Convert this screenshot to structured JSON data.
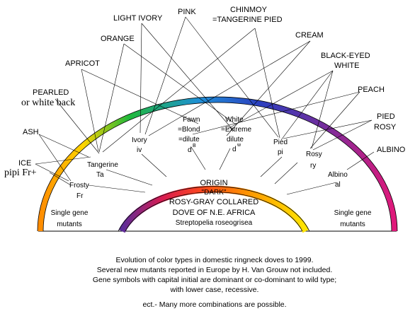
{
  "outer_labels": {
    "light_ivory": "LIGHT IVORY",
    "pink": "PINK",
    "chinmoy_1": "CHINMOY",
    "chinmoy_2": "=TANGERINE PIED",
    "orange": "ORANGE",
    "cream": "CREAM",
    "apricot": "APRICOT",
    "black_eyed_1": "BLACK-EYED",
    "black_eyed_2": "WHITE",
    "pearled_1": "PEARLED",
    "pearled_2": "or white back",
    "peach": "PEACH",
    "pied_1": "PIED",
    "pied_2": "ROSY",
    "ash": "ASH",
    "albino": "ALBINO",
    "ice": "ICE",
    "pipi": "pipi Fr+"
  },
  "inner_labels": {
    "fawn_1": "Fawn",
    "fawn_2": "=Blond",
    "fawn_3": "=dilute",
    "fawn_4": "d",
    "fawn_sup": "B",
    "white_1": "White",
    "white_2": "=Extreme",
    "white_3": "dilute",
    "white_4": "d",
    "white_sup": "w",
    "ivory_1": "Ivory",
    "ivory_2": "iv",
    "pied_1": "Pied",
    "pied_2": "pi",
    "tangerine_1": "Tangerine",
    "tangerine_2": "Ta",
    "rosy_1": "Rosy",
    "rosy_2": "ry",
    "albino_1": "Albino",
    "albino_2": "al",
    "frosty_1": "Frosty",
    "frosty_2": "Fr"
  },
  "origin": {
    "line1": "ORIGIN",
    "line2": "\"DARK\"",
    "line3": "ROSY-GRAY COLLARED",
    "line4": "DOVE OF N.E. AFRICA",
    "line5": "Streptopelia roseogrisea"
  },
  "side_labels": {
    "left_1": "Single gene",
    "left_2": "mutants",
    "right_1": "Single gene",
    "right_2": "mutants"
  },
  "caption": {
    "line1": "Evolution of color types in domestic ringneck doves  to 1999.",
    "line2": "Several new mutants reported in Europe by H. Van Grouw not included.",
    "line3": "Gene symbols with capital initial are dominant or co-dominant to wild type;",
    "line4": "with lower case, recessive.",
    "line5": "ect.- Many more combinations are possible."
  },
  "colors": {
    "arc_start": "#ff8c00",
    "arc_yellow": "#ffe400",
    "arc_green": "#1fbf3a",
    "arc_blue": "#2f6fd0",
    "arc_purple": "#5a2d9a",
    "arc_end": "#e0197a"
  }
}
